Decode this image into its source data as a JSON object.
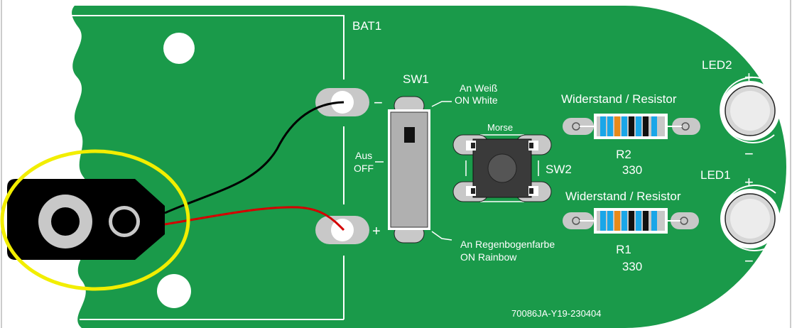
{
  "board": {
    "color": "#1a9a4a",
    "bat_label": "BAT1",
    "bat_minus": "−",
    "bat_plus": "+",
    "sw1_label": "SW1",
    "sw1_on_white_de": "An Weiß",
    "sw1_on_white_en": "ON White",
    "sw1_off_de": "Aus",
    "sw1_off_en": "OFF",
    "sw1_rainbow_de": "An Regenbogenfarbe",
    "sw1_rainbow_en": "ON Rainbow",
    "sw2_label": "SW2",
    "sw2_caption": "Morse",
    "resistor_caption": "Widerstand / Resistor",
    "r2_label": "R2",
    "r2_value": "330",
    "r1_label": "R1",
    "r1_value": "330",
    "led2_label": "LED2",
    "led1_label": "LED1",
    "led_plus": "+",
    "led_minus": "−",
    "part_number": "70086JA-Y19-230404"
  },
  "colors": {
    "highlight": "#f2ee00",
    "wire_black": "#000000",
    "wire_red": "#d40000",
    "pad": "#c8c8c8",
    "resistor_band_blue": "#1aa6e8",
    "resistor_band_orange": "#e88a1a",
    "resistor_band_black": "#111111"
  }
}
